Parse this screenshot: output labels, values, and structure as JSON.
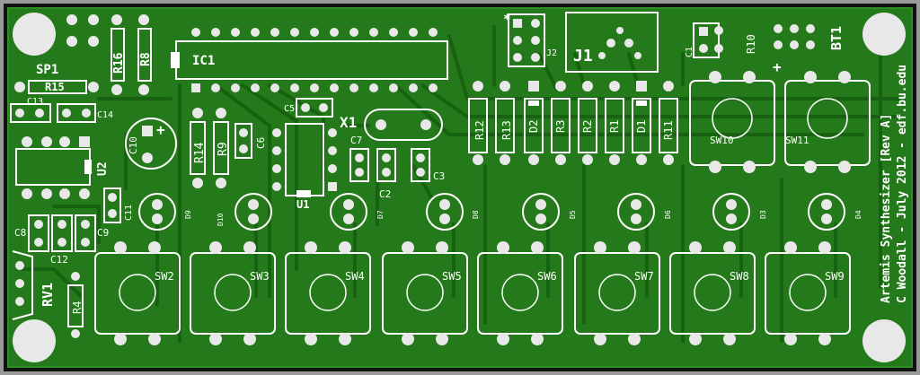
{
  "colors": {
    "board": "#247a1a",
    "board_dark": "#1a5f12",
    "trace": "#176210",
    "silk": "#ffffff",
    "pad": "#e8e8e8",
    "frame": "#9a9a9a"
  },
  "labels": {
    "sp1": "SP1",
    "r15": "R15",
    "r16": "R16",
    "r8": "R8",
    "ic1": "IC1",
    "c13": "C13",
    "c14": "C14",
    "c10": "C10",
    "c10_plus": "+",
    "u2": "U2",
    "c5": "C5",
    "x1": "X1",
    "r14": "R14",
    "r9": "R9",
    "c6": "C6",
    "c7": "C7",
    "u1": "U1",
    "c2": "C2",
    "c3": "C3",
    "c11": "C11",
    "c8": "C8",
    "c9": "C9",
    "c12": "C12",
    "rv1": "RV1",
    "r4": "R4",
    "star": "*",
    "j2": "J2",
    "j1": "J1",
    "c1": "C1",
    "r10": "R10",
    "bt1": "BT1",
    "bt1_plus": "+",
    "r12": "R12",
    "r13": "R13",
    "d2": "D2",
    "r3": "R3",
    "r2": "R2",
    "r1": "R1",
    "d1": "D1",
    "r11": "R11",
    "sw10": "SW10",
    "sw11": "SW11",
    "sw2": "SW2",
    "sw3": "SW3",
    "sw4": "SW4",
    "sw5": "SW5",
    "sw6": "SW6",
    "sw7": "SW7",
    "sw8": "SW8",
    "sw9": "SW9",
    "d9": "D9",
    "d10": "D10",
    "d7": "D7",
    "d8": "D8",
    "d5": "D5",
    "d6": "D6",
    "d3": "D3",
    "d4": "D4",
    "credit_line1": "Artemis Synthesizer [Rev A]",
    "credit_line2": "C Woodall - July 2012 - edf.bu.edu"
  }
}
